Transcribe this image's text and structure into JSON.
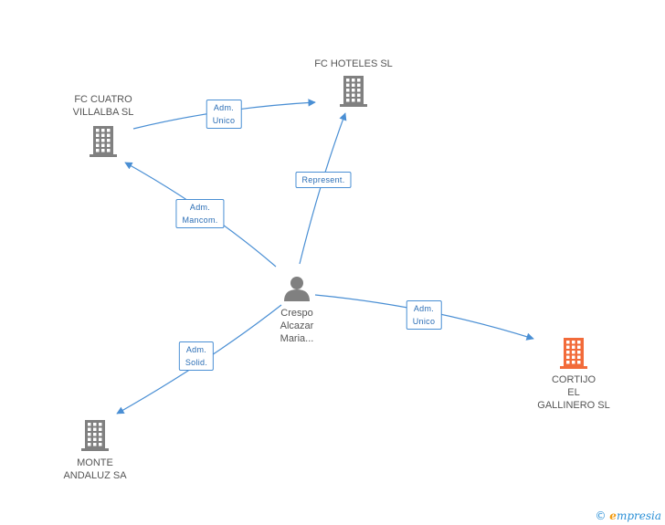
{
  "colors": {
    "edge": "#4a8fd4",
    "company": "#808080",
    "company_highlight": "#f26b3a",
    "person": "#808080"
  },
  "nodes": [
    {
      "id": "fc_hoteles",
      "type": "company",
      "label_lines": [
        "FC HOTELES SL"
      ],
      "icon": "building-icon"
    },
    {
      "id": "fc_cuatro",
      "type": "company",
      "label_lines": [
        "FC CUATRO",
        "VILLALBA SL"
      ],
      "icon": "building-icon"
    },
    {
      "id": "crespo",
      "type": "person",
      "label_lines": [
        "Crespo",
        "Alcazar",
        "Maria..."
      ],
      "icon": "person-icon"
    },
    {
      "id": "cortijo",
      "type": "company",
      "highlight": true,
      "label_lines": [
        "CORTIJO",
        "EL",
        "GALLINERO SL"
      ],
      "icon": "building-icon"
    },
    {
      "id": "monte",
      "type": "company",
      "label_lines": [
        "MONTE",
        "ANDALUZ SA"
      ],
      "icon": "building-icon"
    }
  ],
  "edges": [
    {
      "from": "fc_cuatro",
      "to": "fc_hoteles",
      "label_lines": [
        "Adm.",
        "Unico"
      ]
    },
    {
      "from": "crespo",
      "to": "fc_hoteles",
      "label_lines": [
        "Represent."
      ]
    },
    {
      "from": "crespo",
      "to": "fc_cuatro",
      "label_lines": [
        "Adm.",
        "Mancom."
      ]
    },
    {
      "from": "crespo",
      "to": "cortijo",
      "label_lines": [
        "Adm.",
        "Unico"
      ]
    },
    {
      "from": "crespo",
      "to": "monte",
      "label_lines": [
        "Adm.",
        "Solid."
      ]
    }
  ],
  "watermark": {
    "copyright": "©",
    "brand_initial": "e",
    "brand_rest": "mpresia"
  }
}
